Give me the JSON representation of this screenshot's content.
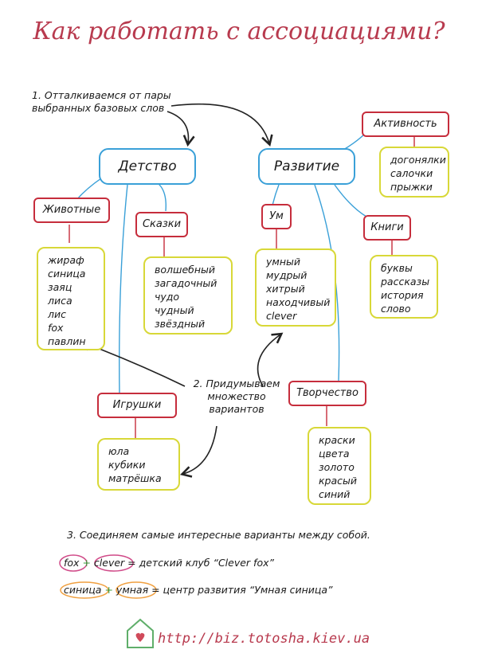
{
  "title": "Как работать с ассоциациями?",
  "step1": [
    "1. Отталкиваемся от пары",
    "выбранных базовых слов"
  ],
  "step2": [
    "2. Придумываем",
    "множество",
    "вариантов"
  ],
  "step3": "3. Соединяем самые интересные варианты между собой.",
  "roots": {
    "left": "Детство",
    "right": "Развитие"
  },
  "categories": {
    "animals": "Животные",
    "tales": "Сказки",
    "toys": "Игрушки",
    "mind": "Ум",
    "activity": "Активность",
    "books": "Книги",
    "creativity": "Творчество"
  },
  "lists": {
    "animals": [
      "жираф",
      "синица",
      "заяц",
      "лиса",
      "лис",
      "fox",
      "павлин"
    ],
    "tales": [
      "волшебный",
      "загадочный",
      "чудо",
      "чудный",
      "звёздный"
    ],
    "toys": [
      "юла",
      "кубики",
      "матрёшка"
    ],
    "mind": [
      "умный",
      "мудрый",
      "хитрый",
      "находчивый",
      "clever"
    ],
    "activity": [
      "догонялки",
      "салочки",
      "прыжки"
    ],
    "books": [
      "буквы",
      "рассказы",
      "история",
      "слово"
    ],
    "creativity": [
      "краски",
      "цвета",
      "золото",
      "красый",
      "синий"
    ]
  },
  "combos": [
    {
      "a": "fox",
      "plus": "+",
      "b": "clever",
      "result": "= детский клуб “Clever fox”"
    },
    {
      "a": "синица",
      "plus": "+",
      "b": "умная",
      "result": "= центр развития “Умная синица”"
    }
  ],
  "url": "http://biz.totosha.kiev.ua",
  "colors": {
    "title": "#b83a4e",
    "root": "#3aa0d8",
    "category": "#c62d3c",
    "list": "#d8d838",
    "orange": "#f0a040",
    "pink": "#d04a88"
  }
}
